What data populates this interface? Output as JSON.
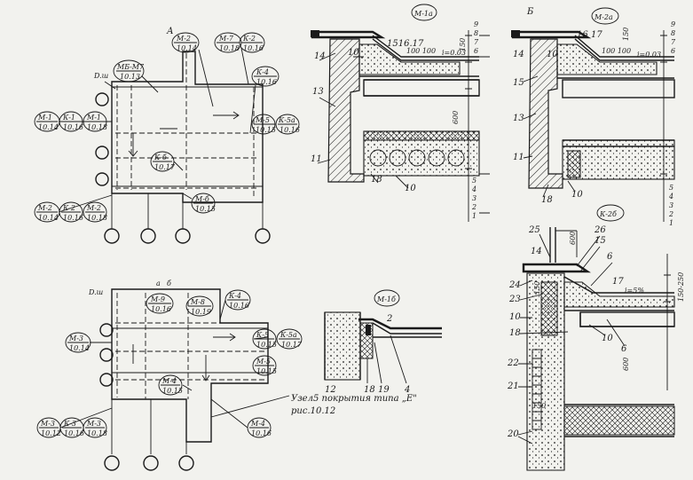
{
  "plan_a": {
    "title": "А",
    "dsh": "D.ш",
    "tags": [
      {
        "id": "mb",
        "top": "МБ-М7",
        "bot": "10.13"
      },
      {
        "id": "m2a",
        "top": "М-2",
        "bot": "10.14"
      },
      {
        "id": "m7",
        "top": "М-7",
        "bot": "10.18"
      },
      {
        "id": "k2",
        "top": "К-2",
        "bot": "10.16"
      },
      {
        "id": "k4",
        "top": "К-4",
        "bot": "10.16"
      },
      {
        "id": "m1a",
        "top": "М-1",
        "bot": "10.14"
      },
      {
        "id": "k1",
        "top": "К-1",
        "bot": "10.16"
      },
      {
        "id": "m1b",
        "top": "М-1",
        "bot": "10.18"
      },
      {
        "id": "m5",
        "top": "М-5",
        "bot": "10.15"
      },
      {
        "id": "k5a",
        "top": "К-5а",
        "bot": "10.16"
      },
      {
        "id": "k6",
        "top": "К-б",
        "bot": "10.17"
      },
      {
        "id": "m6",
        "top": "М-б",
        "bot": "10.15"
      },
      {
        "id": "m2b",
        "top": "М-2",
        "bot": "10.14"
      },
      {
        "id": "k2b",
        "top": "К-2",
        "bot": "10.16"
      },
      {
        "id": "m2c",
        "top": "М-2",
        "bot": "10.18"
      }
    ]
  },
  "plan_b": {
    "dsh": "D.ш",
    "axis_a": "а",
    "axis_b": "б",
    "tags": [
      {
        "id": "m9",
        "top": "М-9",
        "bot": "10.16"
      },
      {
        "id": "m8",
        "top": "М-8",
        "bot": "10.19"
      },
      {
        "id": "k4",
        "top": "К-4",
        "bot": "10.16"
      },
      {
        "id": "m3",
        "top": "М-3",
        "bot": "10.14"
      },
      {
        "id": "k5",
        "top": "К-5",
        "bot": "10.15"
      },
      {
        "id": "k5a",
        "top": "К-5а",
        "bot": "10.17"
      },
      {
        "id": "m5",
        "top": "М-5",
        "bot": "10.15"
      },
      {
        "id": "m4",
        "top": "М-4",
        "bot": "10.15"
      },
      {
        "id": "m3b",
        "top": "М-3",
        "bot": "10.12"
      },
      {
        "id": "k3",
        "top": "К-3",
        "bot": "10.16"
      },
      {
        "id": "m3c",
        "top": "М-3",
        "bot": "10.18"
      },
      {
        "id": "m4b",
        "top": "М-4",
        "bot": "10.16"
      }
    ],
    "note_line1": "Узел5 покрытия типа „Е\"",
    "note_line2": "рис.10.12"
  },
  "detail_m1a": {
    "title": "М-1а",
    "labels": {
      "l1516": "1516.17",
      "l14": "14",
      "l10": "10",
      "l100": "100 100",
      "slope": "i=0.03",
      "dim150": "150",
      "dim600": "600",
      "l13": "13",
      "l11": "11",
      "l18": "18",
      "l10b": "10"
    },
    "layers_top": [
      "9",
      "8",
      "7",
      "6"
    ],
    "layers_bot": [
      "5",
      "4",
      "3",
      "2",
      "1"
    ]
  },
  "detail_b": {
    "title": "Б",
    "tag": "М-2а",
    "labels": {
      "l16": "16",
      "l17": "17",
      "l14": "14",
      "l10": "10",
      "l100": "100 100",
      "slope": "i=0.03",
      "dim150": "150",
      "l15": "15",
      "l13": "13",
      "l11": "11",
      "l18": "18",
      "l10b": "10"
    },
    "layers_top": [
      "9",
      "8",
      "7",
      "6"
    ],
    "layers_bot": [
      "5",
      "4",
      "3",
      "2",
      "1"
    ]
  },
  "detail_m1b": {
    "title": "М-1б",
    "labels": {
      "l2": "2",
      "l12": "12",
      "l18": "18",
      "l19": "19",
      "l4": "4"
    }
  },
  "detail_k2b": {
    "title": "К-2б",
    "labels": {
      "l25": "25",
      "l600": "600",
      "l26": "26",
      "l14": "14",
      "l15": "15",
      "l6": "6",
      "l24": "24",
      "l23": "23",
      "l17": "17",
      "slope": "i=5%",
      "dim": "150-250",
      "l150": "150",
      "l10": "10",
      "l18": "18",
      "l10b": "10",
      "l6b": "6",
      "l22": "22",
      "l600b": "600",
      "l21": "21",
      "l150b": "150",
      "l20": "20"
    }
  }
}
